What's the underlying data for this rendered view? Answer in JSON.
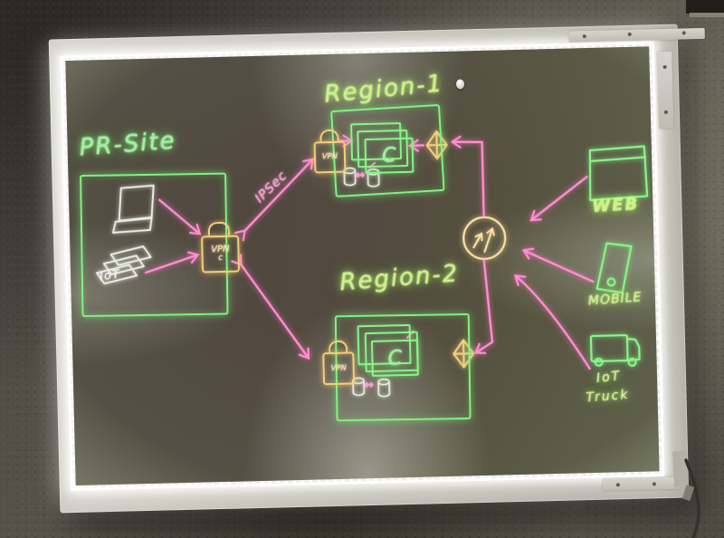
{
  "scene": {
    "kind": "LED lightboard photo with hand-drawn cloud network diagram",
    "colors": {
      "ink_green": "#8ef28b",
      "ink_yellow_green": "#c9f57f",
      "ink_pink": "#ff8fd0",
      "ink_yellow": "#f2cf7e",
      "ink_white": "#e9ede6",
      "led_white": "#ffffff"
    }
  },
  "pr_site": {
    "title": "PR-Site",
    "iot_label": "IoT"
  },
  "central_vpn": {
    "label": "VPN",
    "sublabel": "c"
  },
  "ipsec_link": {
    "label": "IPSec"
  },
  "region1": {
    "title": "Region-1",
    "vpn_label": "VPN",
    "container_label": "C",
    "db_sync_symbol": "↔"
  },
  "region2": {
    "title": "Region-2",
    "vpn_label": "VPN",
    "container_label": "C",
    "db_sync_symbol": "↔"
  },
  "clients": {
    "web_label": "WEB",
    "mobile_label": "MOBILE",
    "truck_label_line1": "IoT",
    "truck_label_line2": "Truck"
  }
}
